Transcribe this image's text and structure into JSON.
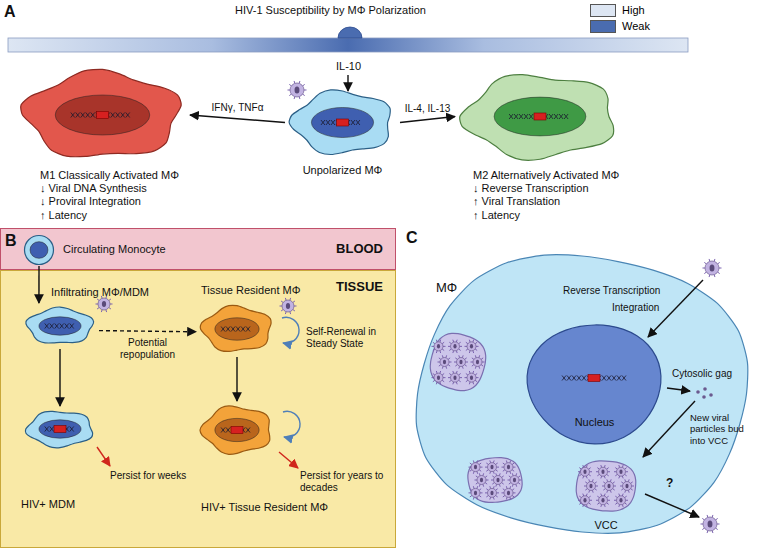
{
  "diagram": {
    "nodes": [
      {
        "text": [
          "M1 Classically Activated MΦ",
          "↓ Viral DNA Synthesis",
          "↓ Proviral Integration",
          "↑ Latency"
        ]
      },
      {
        "text": [
          "Unpolarized MΦ"
        ]
      },
      {
        "text": [
          "M2 Alternatively Activated MΦ",
          "↓ Reverse Transcription",
          "↑ Viral Translation",
          "↑ Latency"
        ]
      },
      {
        "text": [
          "BLOOD"
        ]
      },
      {
        "text": [
          "Circulating Monocyte"
        ],
        "in": 3
      },
      {
        "text": [
          "TISSUE"
        ]
      },
      {
        "text": [
          "Infiltrating MΦ/MDM"
        ],
        "in": 5
      },
      {
        "text": [
          "Tissue Resident MΦ"
        ],
        "in": 5
      },
      {
        "text": [
          "HIV+ MDM"
        ],
        "in": 5
      },
      {
        "text": [
          "HIV+ Tissue Resident MΦ"
        ],
        "in": 5
      },
      {
        "text": [
          "MΦ"
        ]
      },
      {
        "text": [
          "Nucleus"
        ],
        "in": 10
      },
      {
        "text": [
          "VCC"
        ],
        "in": 10
      }
    ],
    "edges": [
      {
        "from": 1,
        "to": 0,
        "arrow": "to",
        "label": "IFNγ, TNFα"
      },
      {
        "from": 1,
        "to": 2,
        "arrow": "to",
        "label": "IL-4, IL-13"
      },
      {
        "from": 4,
        "to": 6,
        "arrow": "to"
      },
      {
        "from": 6,
        "to": 7,
        "arrow": "to",
        "label": "Potential repopulation"
      },
      {
        "from": 6,
        "to": 8,
        "arrow": "to"
      },
      {
        "from": 7,
        "to": 9,
        "arrow": "to"
      }
    ],
    "labels": [
      "A",
      "B",
      "C",
      "HIV-1 Susceptibility by MΦ Polarization",
      "IL-10",
      "Self-Renewal in Steady State",
      "Persist for weeks",
      "Persist for years to decades",
      "Reverse Transcription",
      "Integration",
      "Cytosolic gag",
      "New viral particles bud into VCC",
      "?"
    ],
    "legend": [
      {
        "text": "High",
        "color": "#dde6f3"
      },
      {
        "text": "Weak",
        "color": "#4a6cb0"
      }
    ]
  }
}
